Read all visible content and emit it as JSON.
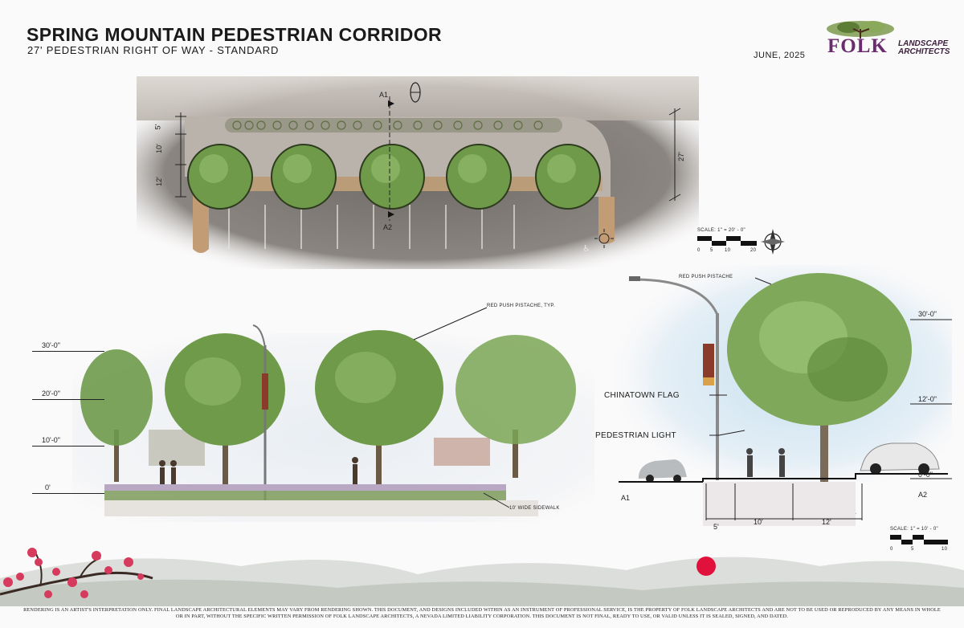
{
  "header": {
    "title": "SPRING MOUNTAIN PEDESTRIAN CORRIDOR",
    "subtitle": "27' PEDESTRIAN RIGHT OF WAY - STANDARD",
    "date": "JUNE, 2025",
    "logo_text": "FOLK",
    "logo_subtext": [
      "LANDSCAPE",
      "ARCHITECTS"
    ]
  },
  "plan": {
    "section_marker_top": "A1",
    "section_marker_bottom": "A2",
    "dim_left": [
      "5'",
      "10'",
      "12'"
    ],
    "dim_right": "27'",
    "scale_label": "SCALE: 1\" = 20' - 0\"",
    "scale_ticks": [
      "0",
      "5",
      "10",
      "20"
    ]
  },
  "elevation": {
    "heights": [
      "30'-0\"",
      "20'-0\"",
      "10'-0\"",
      "0'"
    ],
    "callout_tree": "RED PUSH PISTACHE, TYP.",
    "callout_sidewalk": "10' WIDE SIDEWALK"
  },
  "section": {
    "callout_tree": "RED PUSH PISTACHE",
    "label_flag": "CHINATOWN FLAG",
    "label_light": "PEDESTRIAN LIGHT",
    "heights": [
      "30'-0\"",
      "12'-0\"",
      "0'-0\""
    ],
    "marker_left": "A1",
    "marker_right": "A2",
    "dims": [
      "5'",
      "10'",
      "12'"
    ],
    "scale_label": "SCALE: 1\" = 10' - 0\"",
    "scale_ticks": [
      "0",
      "5",
      "10"
    ]
  },
  "footer": {
    "disclaimer": "RENDERING IS AN ARTIST'S INTERPRETATION ONLY. FINAL LANDSCAPE ARCHITECTURAL ELEMENTS MAY VARY FROM RENDERING SHOWN. THIS DOCUMENT, AND DESIGNS INCLUDED WITHIN AS AN INSTRUMENT OF PROFESSIONAL SERVICE, IS THE PROPERTY OF FOLK LANDSCAPE ARCHITECTS AND ARE NOT TO BE USED OR REPRODUCED BY ANY MEANS IN WHOLE OR IN PART, WITHOUT THE SPECIFIC WRITTEN PERMISSION OF FOLK LANDSCAPE ARCHITECTS, A NEVADA LIMITED LIABILITY CORPORATION. THIS DOCUMENT IS NOT FINAL, READY TO USE, OR VALID UNLESS IT IS SEALED, SIGNED, AND DATED."
  },
  "colors": {
    "tree": "#6e9a4a",
    "asphalt": "#7a7672",
    "blossom": "#d63a5c",
    "sun": "#e0123c",
    "logo": "#6a2c6e"
  }
}
